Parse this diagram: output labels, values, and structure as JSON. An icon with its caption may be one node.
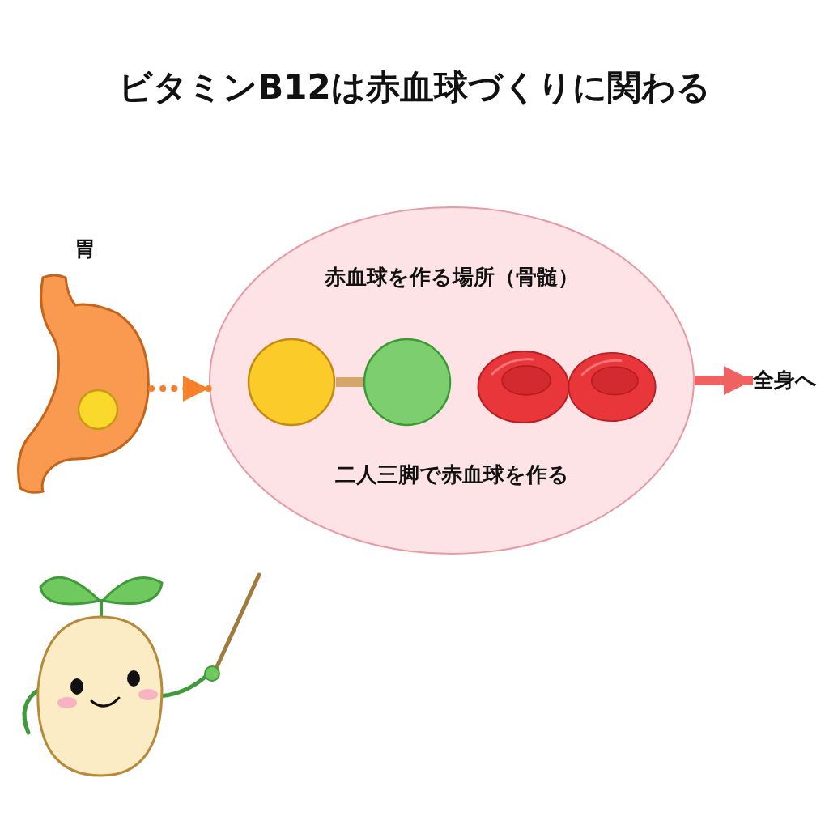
{
  "diagram": {
    "title": "ビタミンB12は赤血球づくりに関わる",
    "nodes": [
      {
        "text": [
          "胃"
        ]
      },
      {
        "text": [],
        "shape": "circle",
        "in": 0
      },
      {
        "text": [
          "赤血球を作る場所（骨髄）",
          "二人三脚で赤血球を作る"
        ]
      },
      {
        "text": [],
        "shape": "circle",
        "in": 2
      },
      {
        "text": [],
        "shape": "circle",
        "in": 2
      },
      {
        "text": [],
        "shape": "picture",
        "in": 2
      },
      {
        "text": [],
        "shape": "picture",
        "in": 2
      },
      {
        "text": [
          "全身へ"
        ]
      }
    ],
    "edges": [
      {
        "from": 0,
        "to": 2,
        "arrow": "to",
        "style": "dashed",
        "color": "#f5822a"
      },
      {
        "from": 3,
        "to": 4,
        "arrow": "none",
        "color": "#d4a66a"
      },
      {
        "from": 2,
        "to": 7,
        "arrow": "to",
        "color": "#f06262"
      }
    ]
  }
}
